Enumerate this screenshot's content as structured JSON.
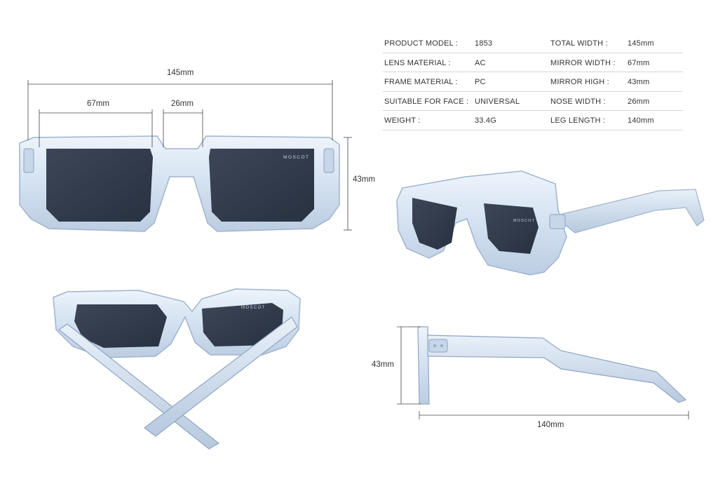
{
  "specs": {
    "rows": [
      {
        "k1": "PRODUCT MODEL :",
        "v1": "1853",
        "k2": "TOTAL WIDTH :",
        "v2": "145mm"
      },
      {
        "k1": "LENS MATERIAL :",
        "v1": "AC",
        "k2": "MIRROR WIDTH :",
        "v2": "67mm"
      },
      {
        "k1": "FRAME MATERIAL :",
        "v1": "PC",
        "k2": "MIRROR HIGH :",
        "v2": "43mm"
      },
      {
        "k1": "SUITABLE FOR FACE :",
        "v1": "UNIVERSAL",
        "k2": "NOSE WIDTH :",
        "v2": "26mm"
      },
      {
        "k1": "WEIGHT :",
        "v1": "33.4G",
        "k2": "LEG LENGTH :",
        "v2": "140mm"
      }
    ]
  },
  "dimensions": {
    "total_width": "145mm",
    "lens_width": "67mm",
    "nose_width": "26mm",
    "lens_height_front": "43mm",
    "lens_height_side": "43mm",
    "temple_length": "140mm"
  },
  "brand": "MOSCOT",
  "colors": {
    "frame": "#dce8f6",
    "frame_edge": "#9fb4cc",
    "lens": "#323c4d"
  }
}
